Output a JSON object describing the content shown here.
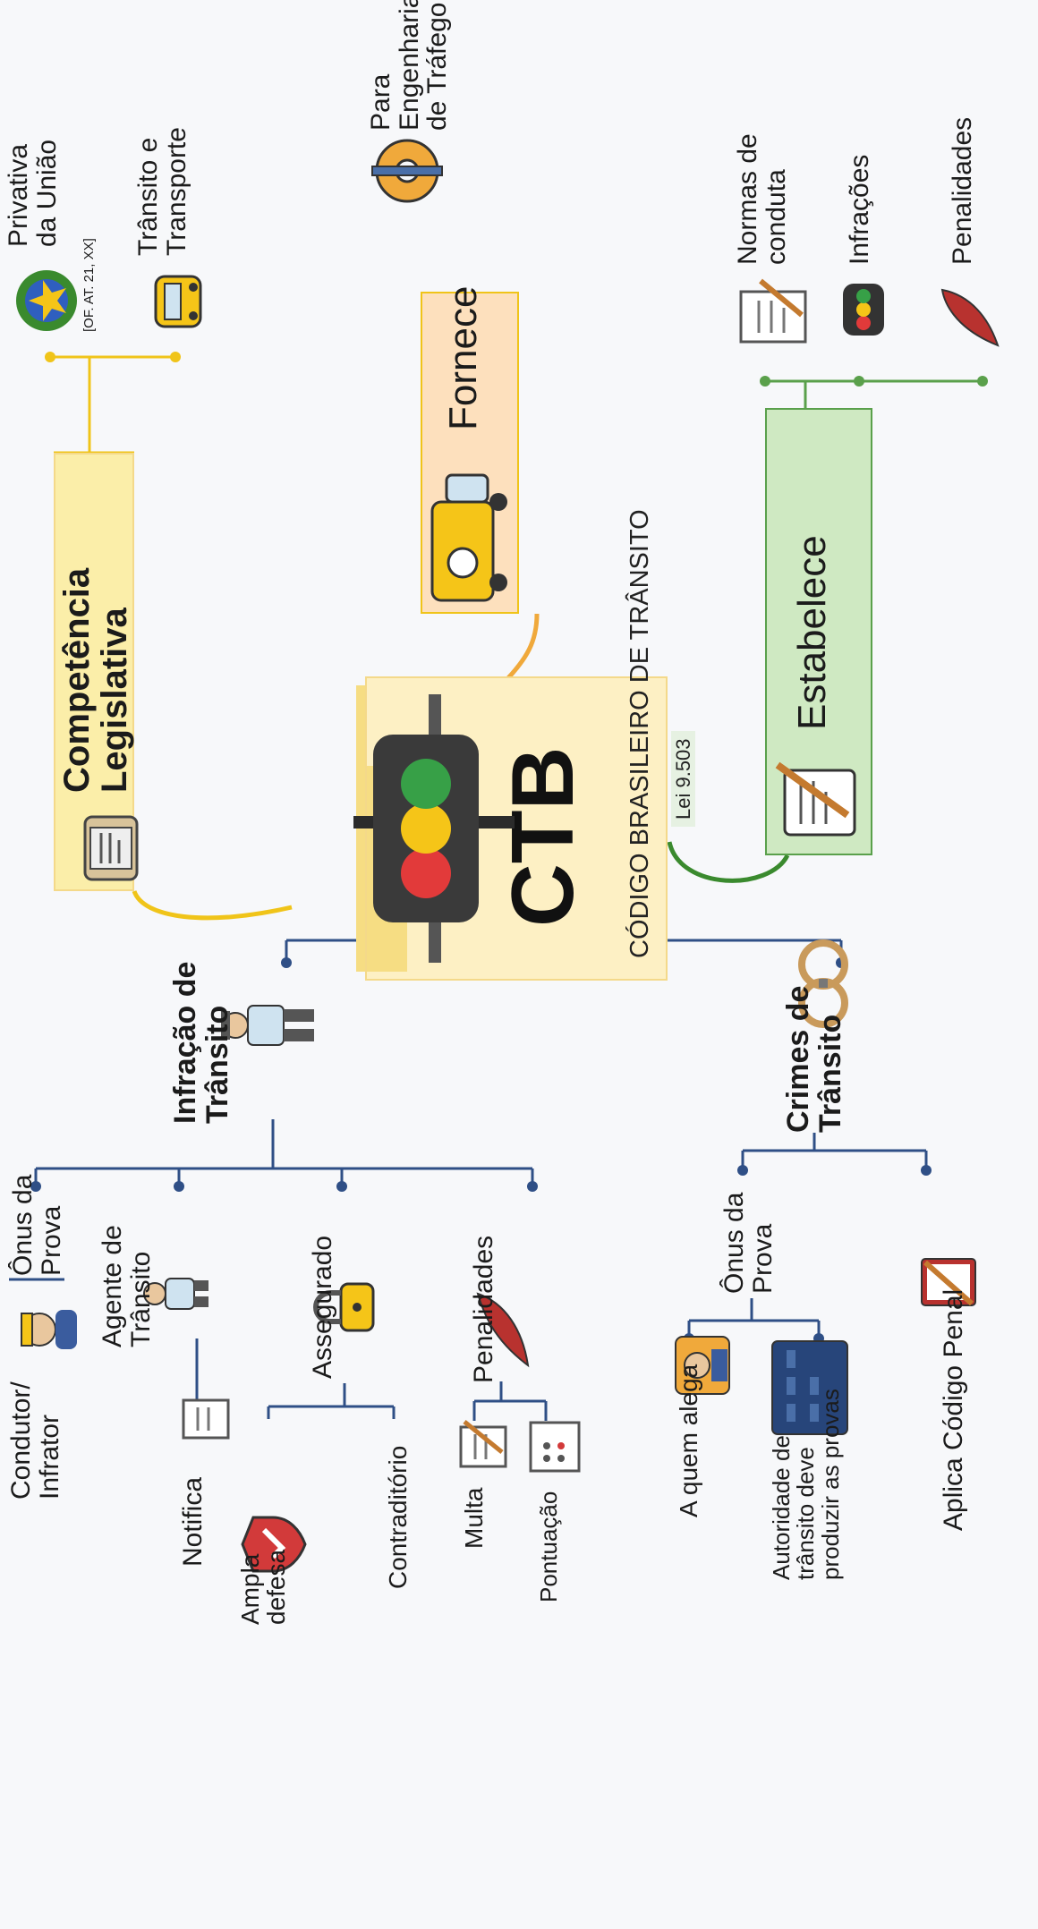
{
  "center": {
    "title": "CTB",
    "subtitle": "CÓDIGO BRASILEIRO DE TRÂNSITO",
    "law": "Lei 9.503"
  },
  "branches": {
    "competencia": {
      "label": "Competência\nLegislativa",
      "privativa": "Privativa\nda União",
      "ref": "[OF. AT. 21, XX]",
      "transito": "Trânsito e\nTransporte"
    },
    "fornece": {
      "label": "Fornece",
      "para": "Para Engenharia\nde Tráfego"
    },
    "estabelece": {
      "label": "Estabelece",
      "normas": "Normas de\nconduta",
      "infracoes": "Infrações",
      "penalidades": "Penalidades"
    },
    "infracao": {
      "label": "Infração de\nTrânsito",
      "onus": "Ônus da\nProva",
      "condutor": "Condutor/\nInfrator",
      "agente": "Agente de\nTrânsito",
      "notifica": "Notifica",
      "assegurado": "Assegurado",
      "ampla": "Ampla\ndefesa",
      "contraditorio": "Contraditório",
      "penalidades": "Penalidades",
      "multa": "Multa",
      "pontuacao": "Pontuação"
    },
    "crimes": {
      "label": "Crimes de\nTrânsito",
      "onus": "Ônus da\nProva",
      "quem_alega": "A quem alega",
      "autoridade": "Autoridade de\ntrânsito deve\nproduzir as provas",
      "aplica": "Aplica Código Penal"
    }
  },
  "colors": {
    "yellow_line": "#f0c419",
    "yellow_box": "#fbeea9",
    "orange_box": "#fde0bd",
    "green_line": "#3a8a2e",
    "green_box": "#cfe9c2",
    "blue_line": "#2f4f86",
    "dot_blue": "#2f4f86",
    "dot_green": "#5aa04b",
    "dot_yellow": "#f0c419"
  }
}
